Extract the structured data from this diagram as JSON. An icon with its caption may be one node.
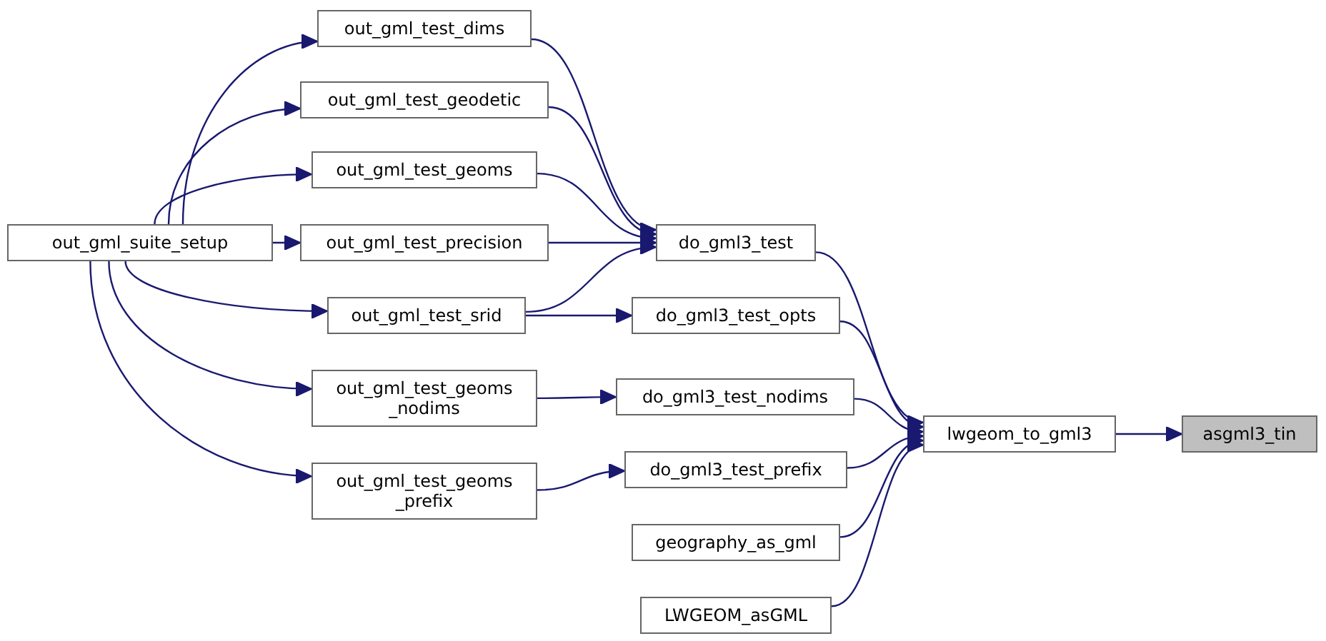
{
  "diagram": {
    "nodes": [
      {
        "text": [
          "out_gml_suite_setup"
        ]
      },
      {
        "text": [
          "out_gml_test_dims"
        ]
      },
      {
        "text": [
          "out_gml_test_geodetic"
        ]
      },
      {
        "text": [
          "out_gml_test_geoms"
        ]
      },
      {
        "text": [
          "out_gml_test_precision"
        ]
      },
      {
        "text": [
          "out_gml_test_srid"
        ]
      },
      {
        "text": [
          "out_gml_test_geoms _nodims"
        ]
      },
      {
        "text": [
          "out_gml_test_geoms _prefix"
        ]
      },
      {
        "text": [
          "do_gml3_test"
        ]
      },
      {
        "text": [
          "do_gml3_test_opts"
        ]
      },
      {
        "text": [
          "do_gml3_test_nodims"
        ]
      },
      {
        "text": [
          "do_gml3_test_prefix"
        ]
      },
      {
        "text": [
          "geography_as_gml"
        ]
      },
      {
        "text": [
          "LWGEOM_asGML"
        ]
      },
      {
        "text": [
          "lwgeom_to_gml3"
        ]
      },
      {
        "text": [
          "asgml3_tin"
        ]
      }
    ],
    "edges": [
      {
        "from": 0,
        "to": 1,
        "arrow": "to"
      },
      {
        "from": 0,
        "to": 2,
        "arrow": "to"
      },
      {
        "from": 0,
        "to": 3,
        "arrow": "to"
      },
      {
        "from": 0,
        "to": 4,
        "arrow": "to"
      },
      {
        "from": 0,
        "to": 5,
        "arrow": "to"
      },
      {
        "from": 0,
        "to": 6,
        "arrow": "to"
      },
      {
        "from": 0,
        "to": 7,
        "arrow": "to"
      },
      {
        "from": 1,
        "to": 8,
        "arrow": "to"
      },
      {
        "from": 2,
        "to": 8,
        "arrow": "to"
      },
      {
        "from": 3,
        "to": 8,
        "arrow": "to"
      },
      {
        "from": 4,
        "to": 8,
        "arrow": "to"
      },
      {
        "from": 5,
        "to": 8,
        "arrow": "to"
      },
      {
        "from": 5,
        "to": 9,
        "arrow": "to"
      },
      {
        "from": 6,
        "to": 10,
        "arrow": "to"
      },
      {
        "from": 7,
        "to": 11,
        "arrow": "to"
      },
      {
        "from": 8,
        "to": 14,
        "arrow": "to"
      },
      {
        "from": 9,
        "to": 14,
        "arrow": "to"
      },
      {
        "from": 10,
        "to": 14,
        "arrow": "to"
      },
      {
        "from": 11,
        "to": 14,
        "arrow": "to"
      },
      {
        "from": 12,
        "to": 14,
        "arrow": "to"
      },
      {
        "from": 13,
        "to": 14,
        "arrow": "to"
      },
      {
        "from": 14,
        "to": 15,
        "arrow": "to"
      }
    ]
  }
}
